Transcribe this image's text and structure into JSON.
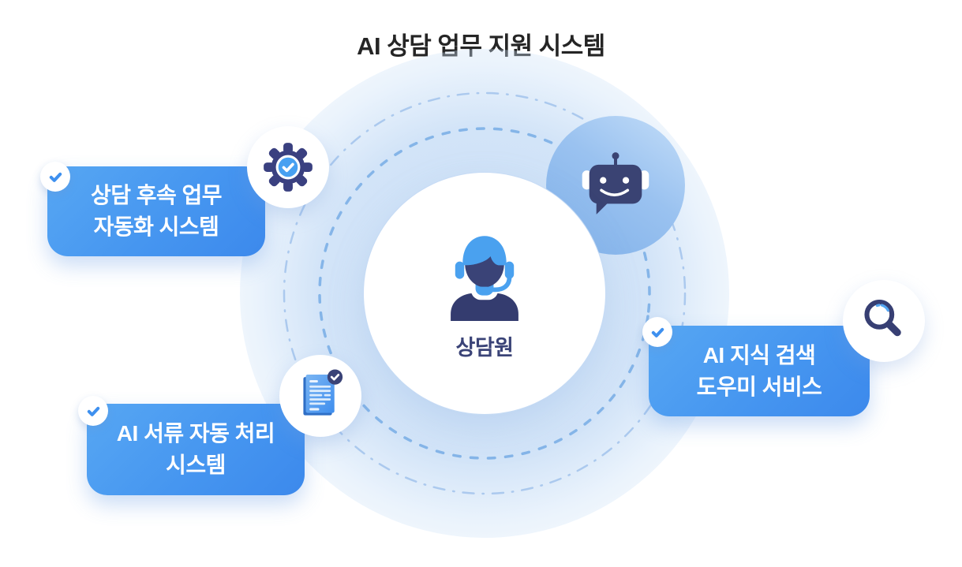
{
  "title": "AI 상담 업무 지원 시스템",
  "center": {
    "label": "상담원",
    "icon": "agent-headset-icon"
  },
  "satellite": {
    "icon": "chatbot-icon"
  },
  "cards": [
    {
      "id": "followup",
      "line1": "상담 후속 업무",
      "line2": "자동화 시스템",
      "icon": "gear-check-icon",
      "badge_icon": "check-icon"
    },
    {
      "id": "document",
      "line1": "AI 서류 자동 처리",
      "line2": "시스템",
      "icon": "document-check-icon",
      "badge_icon": "check-icon"
    },
    {
      "id": "knowledge",
      "line1": "AI 지식 검색",
      "line2": "도우미 서비스",
      "icon": "magnifier-icon",
      "badge_icon": "check-icon"
    }
  ],
  "colors": {
    "card_gradient_start": "#57a7f3",
    "card_gradient_end": "#3c89ec",
    "navy": "#3a4377",
    "torso_navy": "#343c6f",
    "accent_blue": "#3e90ef",
    "person_blue": "#4aa1ef",
    "orbit_inner": "#85b5e8",
    "orbit_outer": "#abc9ee",
    "halo": "#c7ddf6",
    "robot_circle_start": "#c3ddf8",
    "robot_circle_end": "#7fb0e9",
    "title_color": "#252525"
  }
}
